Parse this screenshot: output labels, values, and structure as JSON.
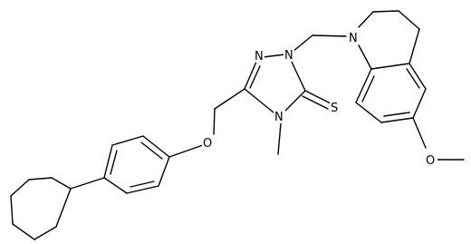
{
  "atom_labels": {
    "n1": "N",
    "n2": "N",
    "n_ring": "N",
    "n_quinoline": "N",
    "s_thione": "S",
    "o_ether": "O",
    "o_methoxy": "O"
  },
  "colors": {
    "bond": "#000000",
    "label": "#000000",
    "background": "#ffffff"
  }
}
